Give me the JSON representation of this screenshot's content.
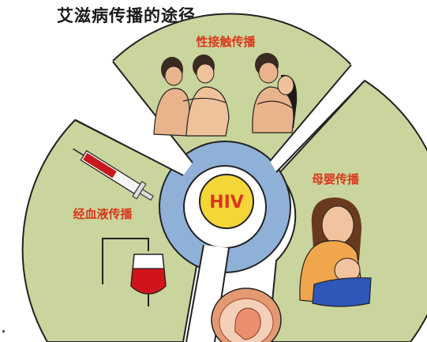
{
  "title": "艾滋病传播的途径",
  "center": {
    "label": "HIV"
  },
  "segments": {
    "sexual": {
      "label": "性接触传播"
    },
    "mother_infant": {
      "label": "母婴传播"
    },
    "blood": {
      "label": "经血液传播"
    }
  },
  "colors": {
    "segment_fill": "#c9d59c",
    "outline": "#222222",
    "ring": "#8fb1d8",
    "center": "#ffffff",
    "label_red": "#d8381e",
    "hiv_circle": "#f5d638"
  },
  "icons": {
    "sexual": "embracing-people-icon",
    "mother_infant": "breastfeeding-mother-icon",
    "fetus": "fetus-icon",
    "blood": "syringe-and-blood-bag-icon"
  }
}
